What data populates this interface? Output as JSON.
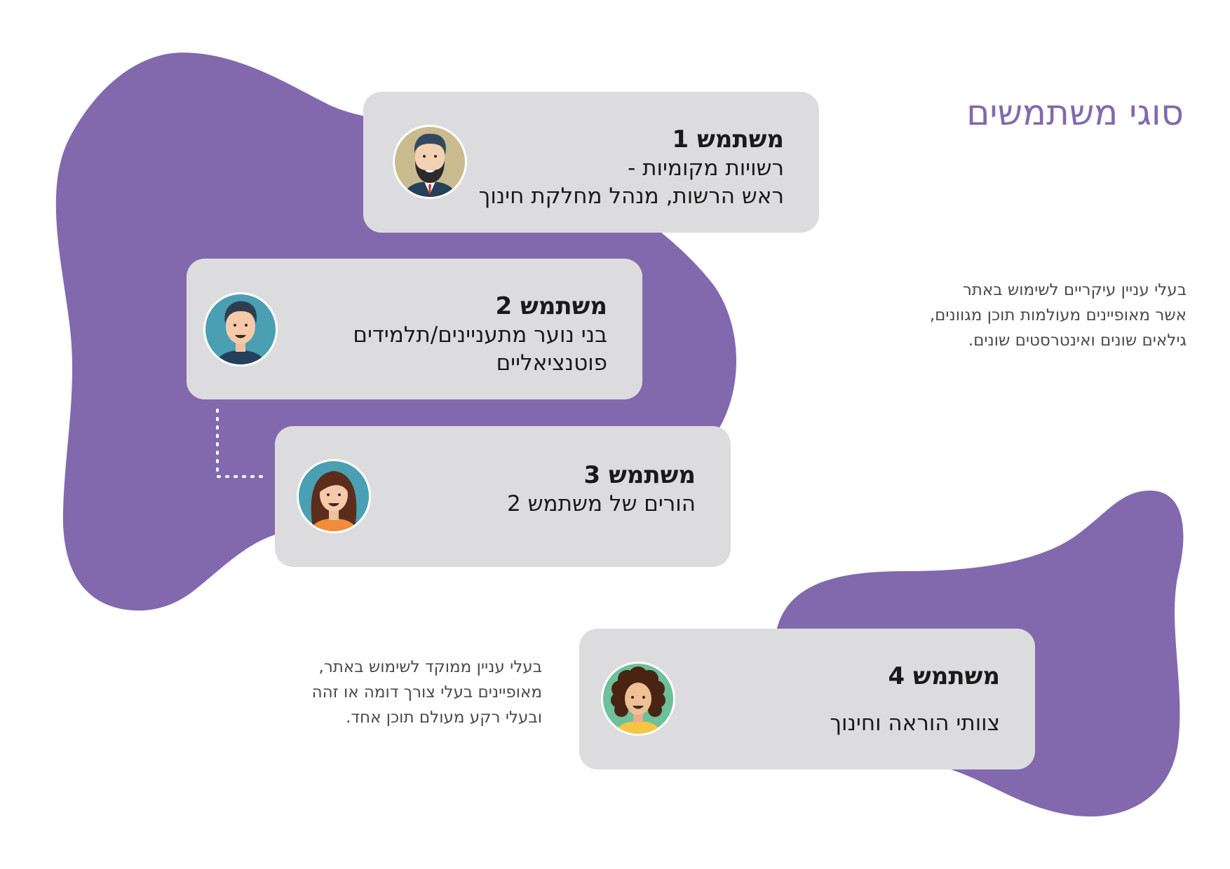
{
  "title": "סוגי משתמשים",
  "intro_text": {
    "lines": [
      "בעלי עניין עיקריים לשימוש באתר",
      "אשר מאופיינים מעולמות תוכן מגוונים,",
      "גילאים שונים ואינטרסטים שונים."
    ]
  },
  "secondary_text": {
    "lines": [
      "בעלי עניין ממוקד לשימוש באתר,",
      "מאופיינים בעלי צורך דומה או זהה",
      "ובעלי רקע מעולם תוכן אחד."
    ]
  },
  "users": [
    {
      "heading": "משתמש 1",
      "lines": [
        "רשויות מקומיות -",
        "ראש הרשות, מנהל מחלקת חינוך"
      ],
      "avatar_icon": "bearded-man-avatar-icon"
    },
    {
      "heading": "משתמש 2",
      "lines": [
        "בני נוער מתעניינים/תלמידים",
        "פוטנציאליים"
      ],
      "avatar_icon": "young-man-avatar-icon"
    },
    {
      "heading": "משתמש 3",
      "lines": [
        "הורים של משתמש 2"
      ],
      "avatar_icon": "woman-avatar-icon"
    },
    {
      "heading": "משתמש 4",
      "lines": [
        "צוותי הוראה וחינוך"
      ],
      "avatar_icon": "curly-hair-avatar-icon"
    }
  ],
  "colors": {
    "accent": "#8269ae",
    "card_background": "#dcdcde",
    "avatar_teal": "#4a9fb3",
    "avatar_khaki": "#c9bb8f",
    "avatar_green": "#6cc09a"
  }
}
